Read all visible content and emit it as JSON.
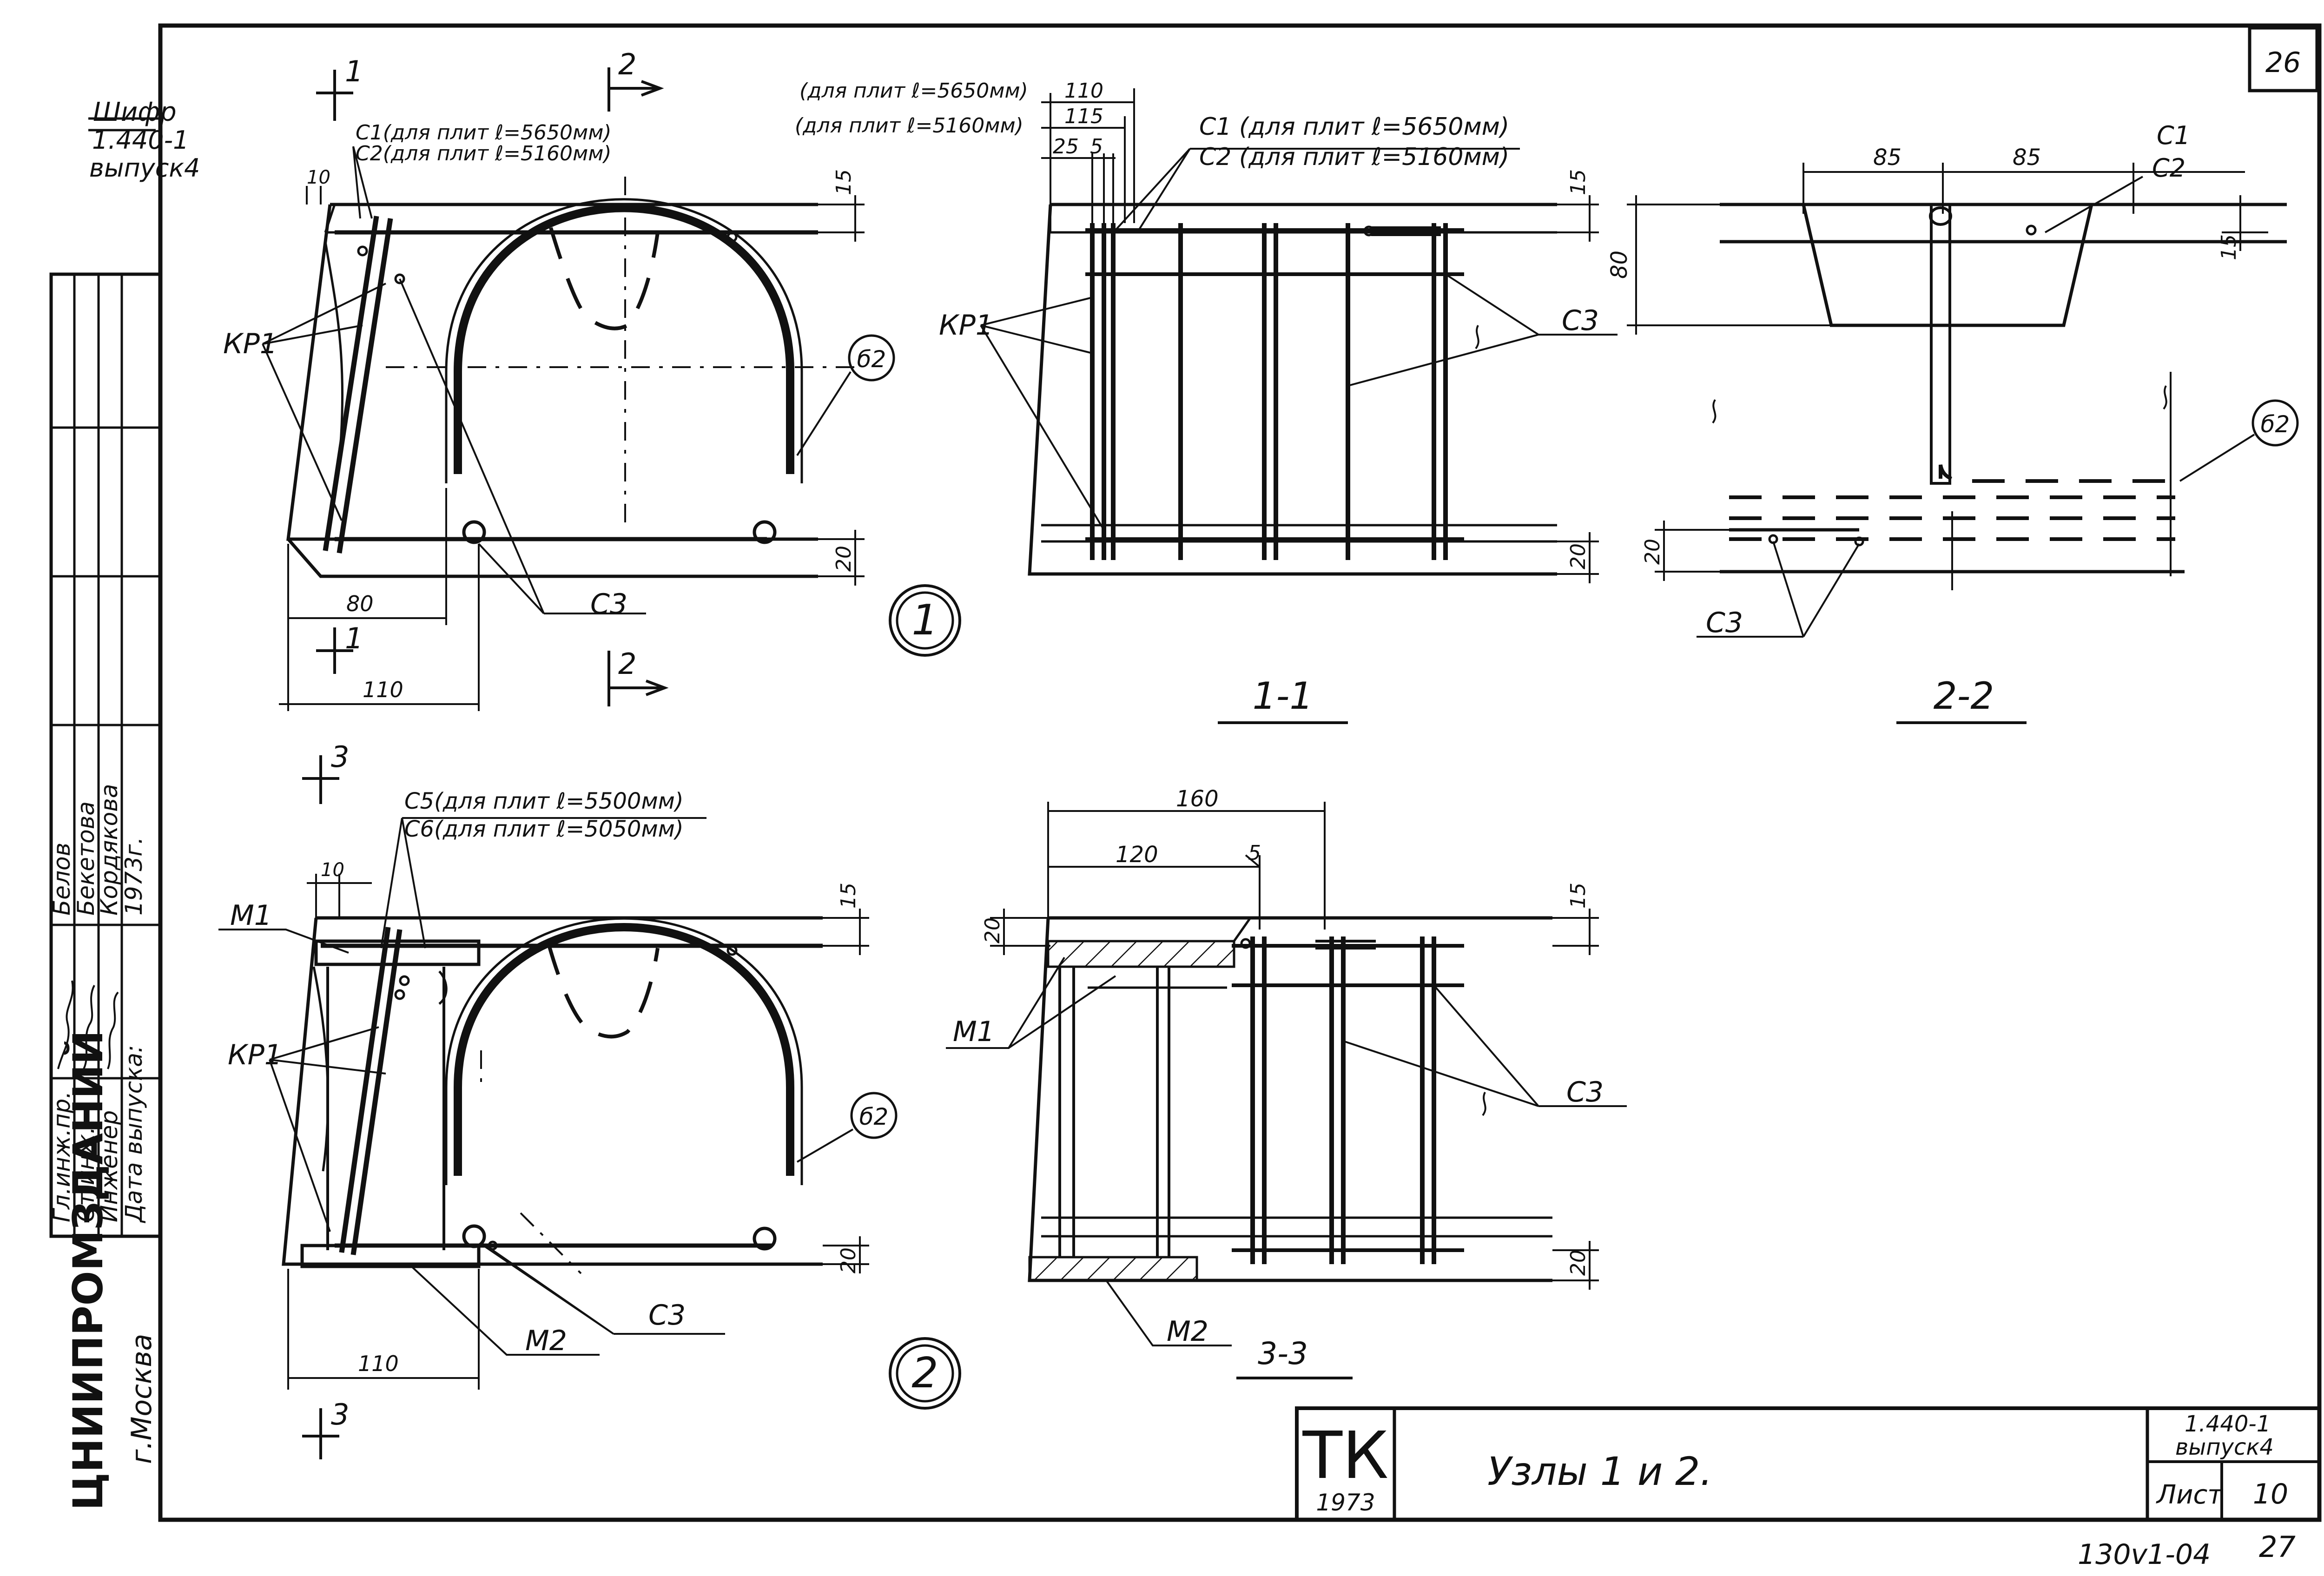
{
  "sheet": {
    "sheet_no_top": "26",
    "bottom_stamp": "130v1-04",
    "bottom_page": "27"
  },
  "left_stamp": {
    "cipher_label": "Шифр",
    "cipher": "1.440-1",
    "issue": "выпуск4",
    "organization": "ЦНИИПРОМЗДАНИЙ",
    "city": "г.Москва",
    "roles": [
      "Гл.инж.пр.",
      "Ст.инж.",
      "Инженер",
      "Дата выпуска:"
    ],
    "names": [
      "Белов",
      "Бекетова",
      "Кордякова",
      "1973г."
    ]
  },
  "title_block": {
    "stamp_tk": "ТК",
    "stamp_year": "1973",
    "title": "Узлы 1 и 2.",
    "series": "1.440-1",
    "issue": "выпуск4",
    "sheet_label": "Лист",
    "sheet_no": "10"
  },
  "views": {
    "node1": {
      "circle_label": "1",
      "cut1": "1",
      "cut2": "2",
      "c1": "С1(для плит ℓ=5650мм)",
      "c2": "С2(для плит ℓ=5160мм)",
      "kp1": "КР1",
      "b2": "б2",
      "c3": "С3",
      "dim_10": "10",
      "dim_15": "15",
      "dim_20": "20",
      "dim_80": "80",
      "dim_110": "110"
    },
    "section11": {
      "title": "1-1",
      "note1": "(для плит ℓ=5650мм)",
      "note2": "(для плит ℓ=5160мм)",
      "dim_110": "110",
      "dim_115": "115",
      "dim_25": "25",
      "dim_5": "5",
      "c1": "С1 (для плит ℓ=5650мм)",
      "c2": "С2 (для плит ℓ=5160мм)",
      "kp1": "КР1",
      "c3": "С3",
      "dim_15": "15",
      "dim_20": "20"
    },
    "section22": {
      "title": "2-2",
      "dim_85a": "85",
      "dim_85b": "85",
      "c1": "С1",
      "c2": "С2",
      "dim_80": "80",
      "dim_15": "15",
      "b2": "б2",
      "dim_20": "20",
      "c3": "С3"
    },
    "node2": {
      "circle_label": "2",
      "cut3": "3",
      "c5": "С5(для плит ℓ=5500мм)",
      "c6": "С6(для плит ℓ=5050мм)",
      "m1": "М1",
      "kp1": "КР1",
      "b2": "б2",
      "m2": "М2",
      "c3": "С3",
      "dim_10": "10",
      "dim_15": "15",
      "dim_20": "20",
      "dim_110": "110"
    },
    "section33": {
      "title": "3-3",
      "dim_160": "160",
      "dim_120": "120",
      "dim_5": "5",
      "dim_20a": "20",
      "dim_15": "15",
      "m1": "М1",
      "c3": "С3",
      "dim_20b": "20",
      "m2": "М2"
    }
  }
}
